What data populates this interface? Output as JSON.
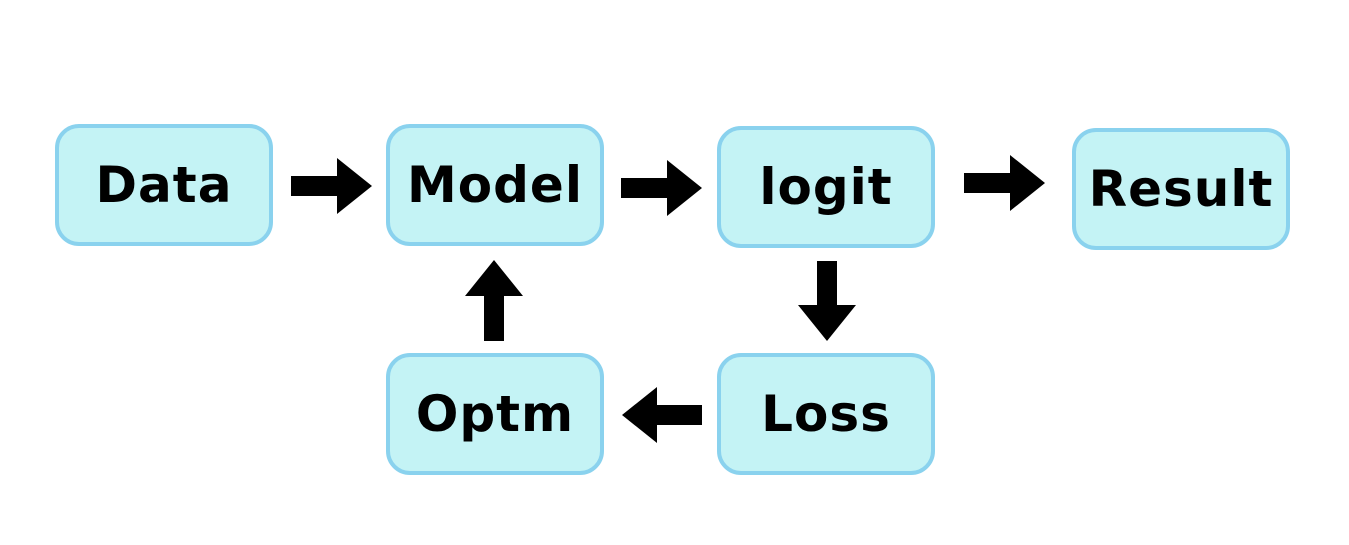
{
  "nodes": {
    "data": "Data",
    "model": "Model",
    "logit": "logit",
    "result": "Result",
    "optm": "Optm",
    "loss": "Loss"
  },
  "edges": [
    {
      "from": "Data",
      "to": "Model"
    },
    {
      "from": "Model",
      "to": "logit"
    },
    {
      "from": "logit",
      "to": "Result"
    },
    {
      "from": "logit",
      "to": "Loss"
    },
    {
      "from": "Loss",
      "to": "Optm"
    },
    {
      "from": "Optm",
      "to": "Model"
    }
  ],
  "colors": {
    "node_fill": "#c4f3f5",
    "node_border": "#8ad2ee",
    "arrow": "#000000",
    "text": "#000000"
  }
}
